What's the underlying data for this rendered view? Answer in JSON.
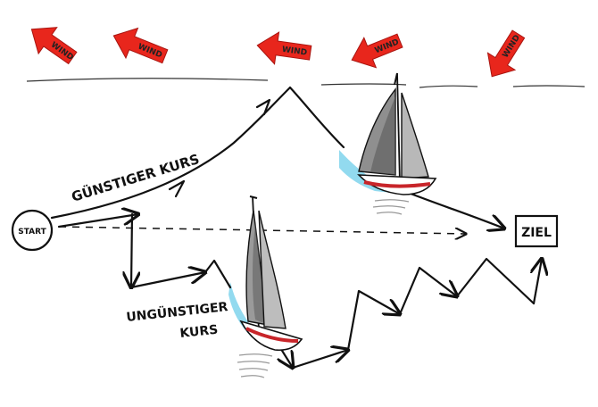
{
  "diagram": {
    "wind_label": "WIND",
    "start_label": "START",
    "goal_label": "ZIEL",
    "favorable_label": "GÜNSTIGER KURS",
    "unfavorable_label_line1": "UNGÜNSTIGER",
    "unfavorable_label_line2": "KURS",
    "wind_arrow_color": "#e8261c",
    "water_color": "#7fd3ec",
    "hull_stripe_color": "#c8252a"
  }
}
